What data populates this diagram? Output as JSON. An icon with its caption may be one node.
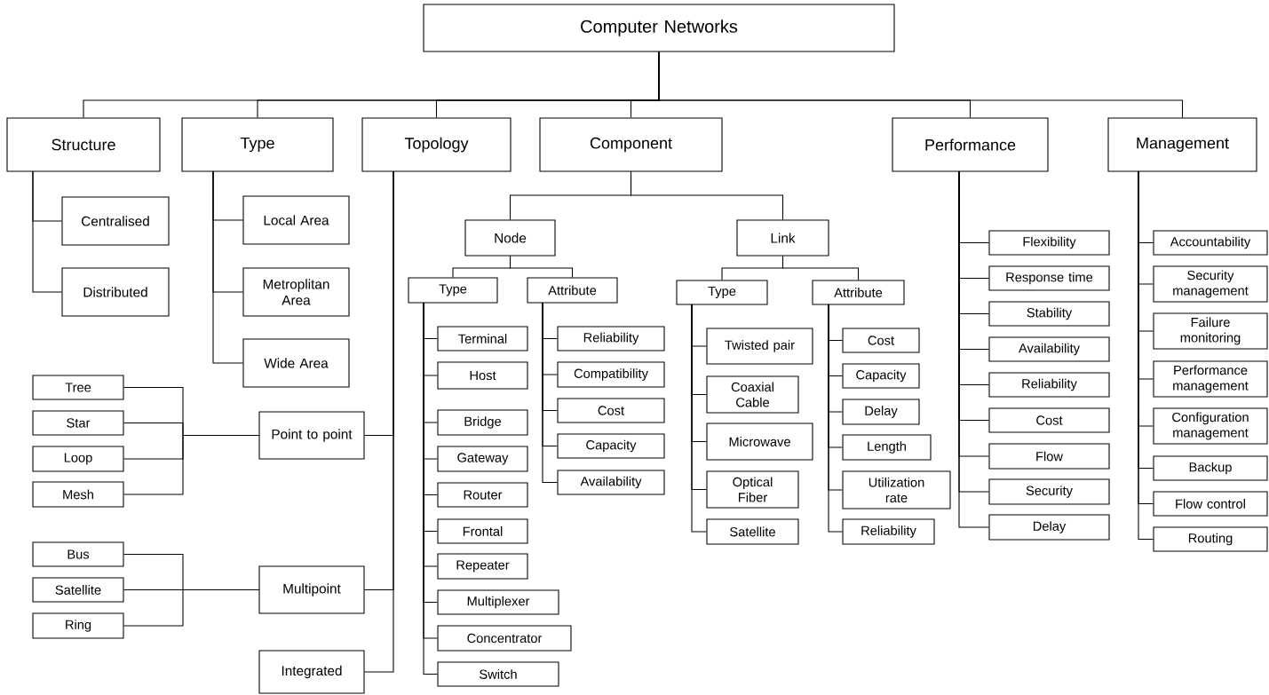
{
  "diagram": {
    "nodes": [
      {
        "text": [
          "Computer Networks"
        ]
      },
      {
        "text": [
          "Structure"
        ]
      },
      {
        "text": [
          "Type"
        ]
      },
      {
        "text": [
          "Topology"
        ]
      },
      {
        "text": [
          "Component"
        ]
      },
      {
        "text": [
          "Performance"
        ]
      },
      {
        "text": [
          "Management"
        ]
      },
      {
        "text": [
          "Centralised"
        ]
      },
      {
        "text": [
          "Distributed"
        ]
      },
      {
        "text": [
          "Local Area"
        ]
      },
      {
        "text": [
          "Metroplitan Area"
        ]
      },
      {
        "text": [
          "Wide Area"
        ]
      },
      {
        "text": [
          "Point to point"
        ]
      },
      {
        "text": [
          "Tree"
        ]
      },
      {
        "text": [
          "Star"
        ]
      },
      {
        "text": [
          "Loop"
        ]
      },
      {
        "text": [
          "Mesh"
        ]
      },
      {
        "text": [
          "Multipoint"
        ]
      },
      {
        "text": [
          "Bus"
        ]
      },
      {
        "text": [
          "Satellite"
        ]
      },
      {
        "text": [
          "Ring"
        ]
      },
      {
        "text": [
          "Integrated"
        ]
      },
      {
        "text": [
          "Node"
        ]
      },
      {
        "text": [
          "Link"
        ]
      },
      {
        "text": [
          "Type"
        ]
      },
      {
        "text": [
          "Attribute"
        ]
      },
      {
        "text": [
          "Terminal"
        ]
      },
      {
        "text": [
          "Host"
        ]
      },
      {
        "text": [
          "Bridge"
        ]
      },
      {
        "text": [
          "Gateway"
        ]
      },
      {
        "text": [
          "Router"
        ]
      },
      {
        "text": [
          "Frontal"
        ]
      },
      {
        "text": [
          "Repeater"
        ]
      },
      {
        "text": [
          "Multiplexer"
        ]
      },
      {
        "text": [
          "Concentrator"
        ]
      },
      {
        "text": [
          "Switch"
        ]
      },
      {
        "text": [
          "Reliability"
        ]
      },
      {
        "text": [
          "Compatibility"
        ]
      },
      {
        "text": [
          "Cost"
        ]
      },
      {
        "text": [
          "Capacity"
        ]
      },
      {
        "text": [
          "Availability"
        ]
      },
      {
        "text": [
          "Type"
        ]
      },
      {
        "text": [
          "Attribute"
        ]
      },
      {
        "text": [
          "Twisted pair"
        ]
      },
      {
        "text": [
          "Coaxial Cable"
        ]
      },
      {
        "text": [
          "Microwave"
        ]
      },
      {
        "text": [
          "Optical Fiber"
        ]
      },
      {
        "text": [
          "Satellite"
        ]
      },
      {
        "text": [
          "Cost"
        ]
      },
      {
        "text": [
          "Capacity"
        ]
      },
      {
        "text": [
          "Delay"
        ]
      },
      {
        "text": [
          "Length"
        ]
      },
      {
        "text": [
          "Utilization rate"
        ]
      },
      {
        "text": [
          "Reliability"
        ]
      },
      {
        "text": [
          "Flexibility"
        ]
      },
      {
        "text": [
          "Response time"
        ]
      },
      {
        "text": [
          "Stability"
        ]
      },
      {
        "text": [
          "Availability"
        ]
      },
      {
        "text": [
          "Reliability"
        ]
      },
      {
        "text": [
          "Cost"
        ]
      },
      {
        "text": [
          "Flow"
        ]
      },
      {
        "text": [
          "Security"
        ]
      },
      {
        "text": [
          "Delay"
        ]
      },
      {
        "text": [
          "Accountability"
        ]
      },
      {
        "text": [
          "Security management"
        ]
      },
      {
        "text": [
          "Failure monitoring"
        ]
      },
      {
        "text": [
          "Performance management"
        ]
      },
      {
        "text": [
          "Configuration management"
        ]
      },
      {
        "text": [
          "Backup"
        ]
      },
      {
        "text": [
          "Flow control"
        ]
      },
      {
        "text": [
          "Routing"
        ]
      }
    ],
    "edges": [
      {
        "from": 0,
        "to": 1,
        "arrow": "none"
      },
      {
        "from": 0,
        "to": 2,
        "arrow": "none"
      },
      {
        "from": 0,
        "to": 3,
        "arrow": "none"
      },
      {
        "from": 0,
        "to": 4,
        "arrow": "none"
      },
      {
        "from": 0,
        "to": 5,
        "arrow": "none"
      },
      {
        "from": 0,
        "to": 6,
        "arrow": "none"
      },
      {
        "from": 1,
        "to": 7,
        "arrow": "none"
      },
      {
        "from": 1,
        "to": 8,
        "arrow": "none"
      },
      {
        "from": 2,
        "to": 9,
        "arrow": "none"
      },
      {
        "from": 2,
        "to": 10,
        "arrow": "none"
      },
      {
        "from": 2,
        "to": 11,
        "arrow": "none"
      },
      {
        "from": 3,
        "to": 12,
        "arrow": "none"
      },
      {
        "from": 12,
        "to": 13,
        "arrow": "none"
      },
      {
        "from": 12,
        "to": 14,
        "arrow": "none"
      },
      {
        "from": 12,
        "to": 15,
        "arrow": "none"
      },
      {
        "from": 12,
        "to": 16,
        "arrow": "none"
      },
      {
        "from": 3,
        "to": 17,
        "arrow": "none"
      },
      {
        "from": 17,
        "to": 18,
        "arrow": "none"
      },
      {
        "from": 17,
        "to": 19,
        "arrow": "none"
      },
      {
        "from": 17,
        "to": 20,
        "arrow": "none"
      },
      {
        "from": 3,
        "to": 21,
        "arrow": "none"
      },
      {
        "from": 4,
        "to": 22,
        "arrow": "none"
      },
      {
        "from": 4,
        "to": 23,
        "arrow": "none"
      },
      {
        "from": 22,
        "to": 24,
        "arrow": "none"
      },
      {
        "from": 22,
        "to": 25,
        "arrow": "none"
      },
      {
        "from": 24,
        "to": 26,
        "arrow": "none"
      },
      {
        "from": 24,
        "to": 27,
        "arrow": "none"
      },
      {
        "from": 24,
        "to": 28,
        "arrow": "none"
      },
      {
        "from": 24,
        "to": 29,
        "arrow": "none"
      },
      {
        "from": 24,
        "to": 30,
        "arrow": "none"
      },
      {
        "from": 24,
        "to": 31,
        "arrow": "none"
      },
      {
        "from": 24,
        "to": 32,
        "arrow": "none"
      },
      {
        "from": 24,
        "to": 33,
        "arrow": "none"
      },
      {
        "from": 24,
        "to": 34,
        "arrow": "none"
      },
      {
        "from": 24,
        "to": 35,
        "arrow": "none"
      },
      {
        "from": 25,
        "to": 36,
        "arrow": "none"
      },
      {
        "from": 25,
        "to": 37,
        "arrow": "none"
      },
      {
        "from": 25,
        "to": 38,
        "arrow": "none"
      },
      {
        "from": 25,
        "to": 39,
        "arrow": "none"
      },
      {
        "from": 25,
        "to": 40,
        "arrow": "none"
      },
      {
        "from": 23,
        "to": 41,
        "arrow": "none"
      },
      {
        "from": 23,
        "to": 42,
        "arrow": "none"
      },
      {
        "from": 41,
        "to": 43,
        "arrow": "none"
      },
      {
        "from": 41,
        "to": 44,
        "arrow": "none"
      },
      {
        "from": 41,
        "to": 45,
        "arrow": "none"
      },
      {
        "from": 41,
        "to": 46,
        "arrow": "none"
      },
      {
        "from": 41,
        "to": 47,
        "arrow": "none"
      },
      {
        "from": 42,
        "to": 48,
        "arrow": "none"
      },
      {
        "from": 42,
        "to": 49,
        "arrow": "none"
      },
      {
        "from": 42,
        "to": 50,
        "arrow": "none"
      },
      {
        "from": 42,
        "to": 51,
        "arrow": "none"
      },
      {
        "from": 42,
        "to": 52,
        "arrow": "none"
      },
      {
        "from": 42,
        "to": 53,
        "arrow": "none"
      },
      {
        "from": 5,
        "to": 54,
        "arrow": "none"
      },
      {
        "from": 5,
        "to": 55,
        "arrow": "none"
      },
      {
        "from": 5,
        "to": 56,
        "arrow": "none"
      },
      {
        "from": 5,
        "to": 57,
        "arrow": "none"
      },
      {
        "from": 5,
        "to": 58,
        "arrow": "none"
      },
      {
        "from": 5,
        "to": 59,
        "arrow": "none"
      },
      {
        "from": 5,
        "to": 60,
        "arrow": "none"
      },
      {
        "from": 5,
        "to": 61,
        "arrow": "none"
      },
      {
        "from": 5,
        "to": 62,
        "arrow": "none"
      },
      {
        "from": 6,
        "to": 63,
        "arrow": "none"
      },
      {
        "from": 6,
        "to": 64,
        "arrow": "none"
      },
      {
        "from": 6,
        "to": 65,
        "arrow": "none"
      },
      {
        "from": 6,
        "to": 66,
        "arrow": "none"
      },
      {
        "from": 6,
        "to": 67,
        "arrow": "none"
      },
      {
        "from": 6,
        "to": 68,
        "arrow": "none"
      },
      {
        "from": 6,
        "to": 69,
        "arrow": "none"
      },
      {
        "from": 6,
        "to": 70,
        "arrow": "none"
      }
    ]
  }
}
